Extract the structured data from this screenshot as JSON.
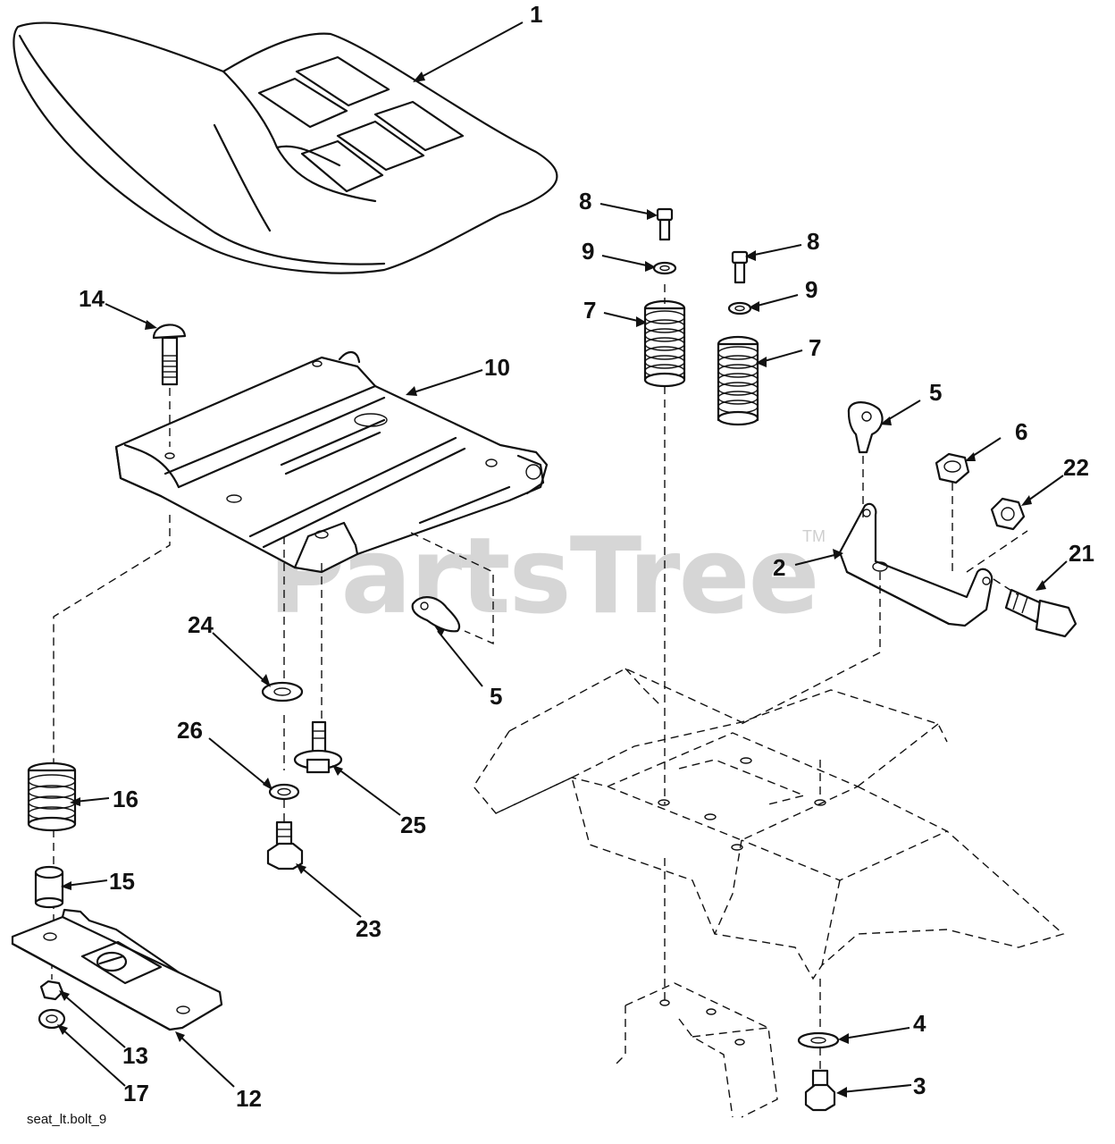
{
  "diagram": {
    "caption": "seat_lt.bolt_9",
    "watermark": "PartsTree",
    "watermark_mark": "TM",
    "callouts": {
      "c1": "1",
      "c2": "2",
      "c3": "3",
      "c4": "4",
      "c5a": "5",
      "c5b": "5",
      "c6": "6",
      "c7a": "7",
      "c7b": "7",
      "c8a": "8",
      "c8b": "8",
      "c9a": "9",
      "c9b": "9",
      "c10": "10",
      "c12": "12",
      "c13": "13",
      "c14": "14",
      "c15": "15",
      "c16": "16",
      "c17": "17",
      "c21": "21",
      "c22": "22",
      "c23": "23",
      "c24": "24",
      "c25": "25",
      "c26": "26"
    }
  },
  "colors": {
    "ink": "#111111",
    "background": "#ffffff",
    "watermark": "#d6d6d6"
  }
}
